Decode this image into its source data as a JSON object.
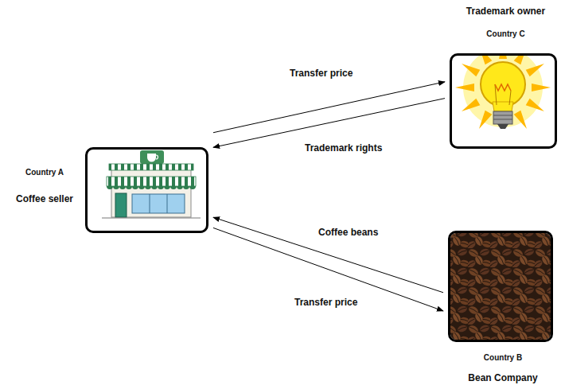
{
  "diagram": {
    "nodes": [
      {
        "text": [
          "Country A",
          "Coffee seller"
        ]
      },
      {
        "text": [
          "Trademark owner",
          "Country C"
        ]
      },
      {
        "text": [
          "Country B",
          "Bean Company"
        ]
      }
    ],
    "edges": [
      {
        "from": 0,
        "to": 1,
        "label": "Transfer price",
        "arrow": "to"
      },
      {
        "from": 1,
        "to": 0,
        "label": "Trademark rights",
        "arrow": "to"
      },
      {
        "from": 2,
        "to": 0,
        "label": "Coffee beans",
        "arrow": "to"
      },
      {
        "from": 0,
        "to": 2,
        "label": "Transfer price",
        "arrow": "to"
      }
    ]
  }
}
